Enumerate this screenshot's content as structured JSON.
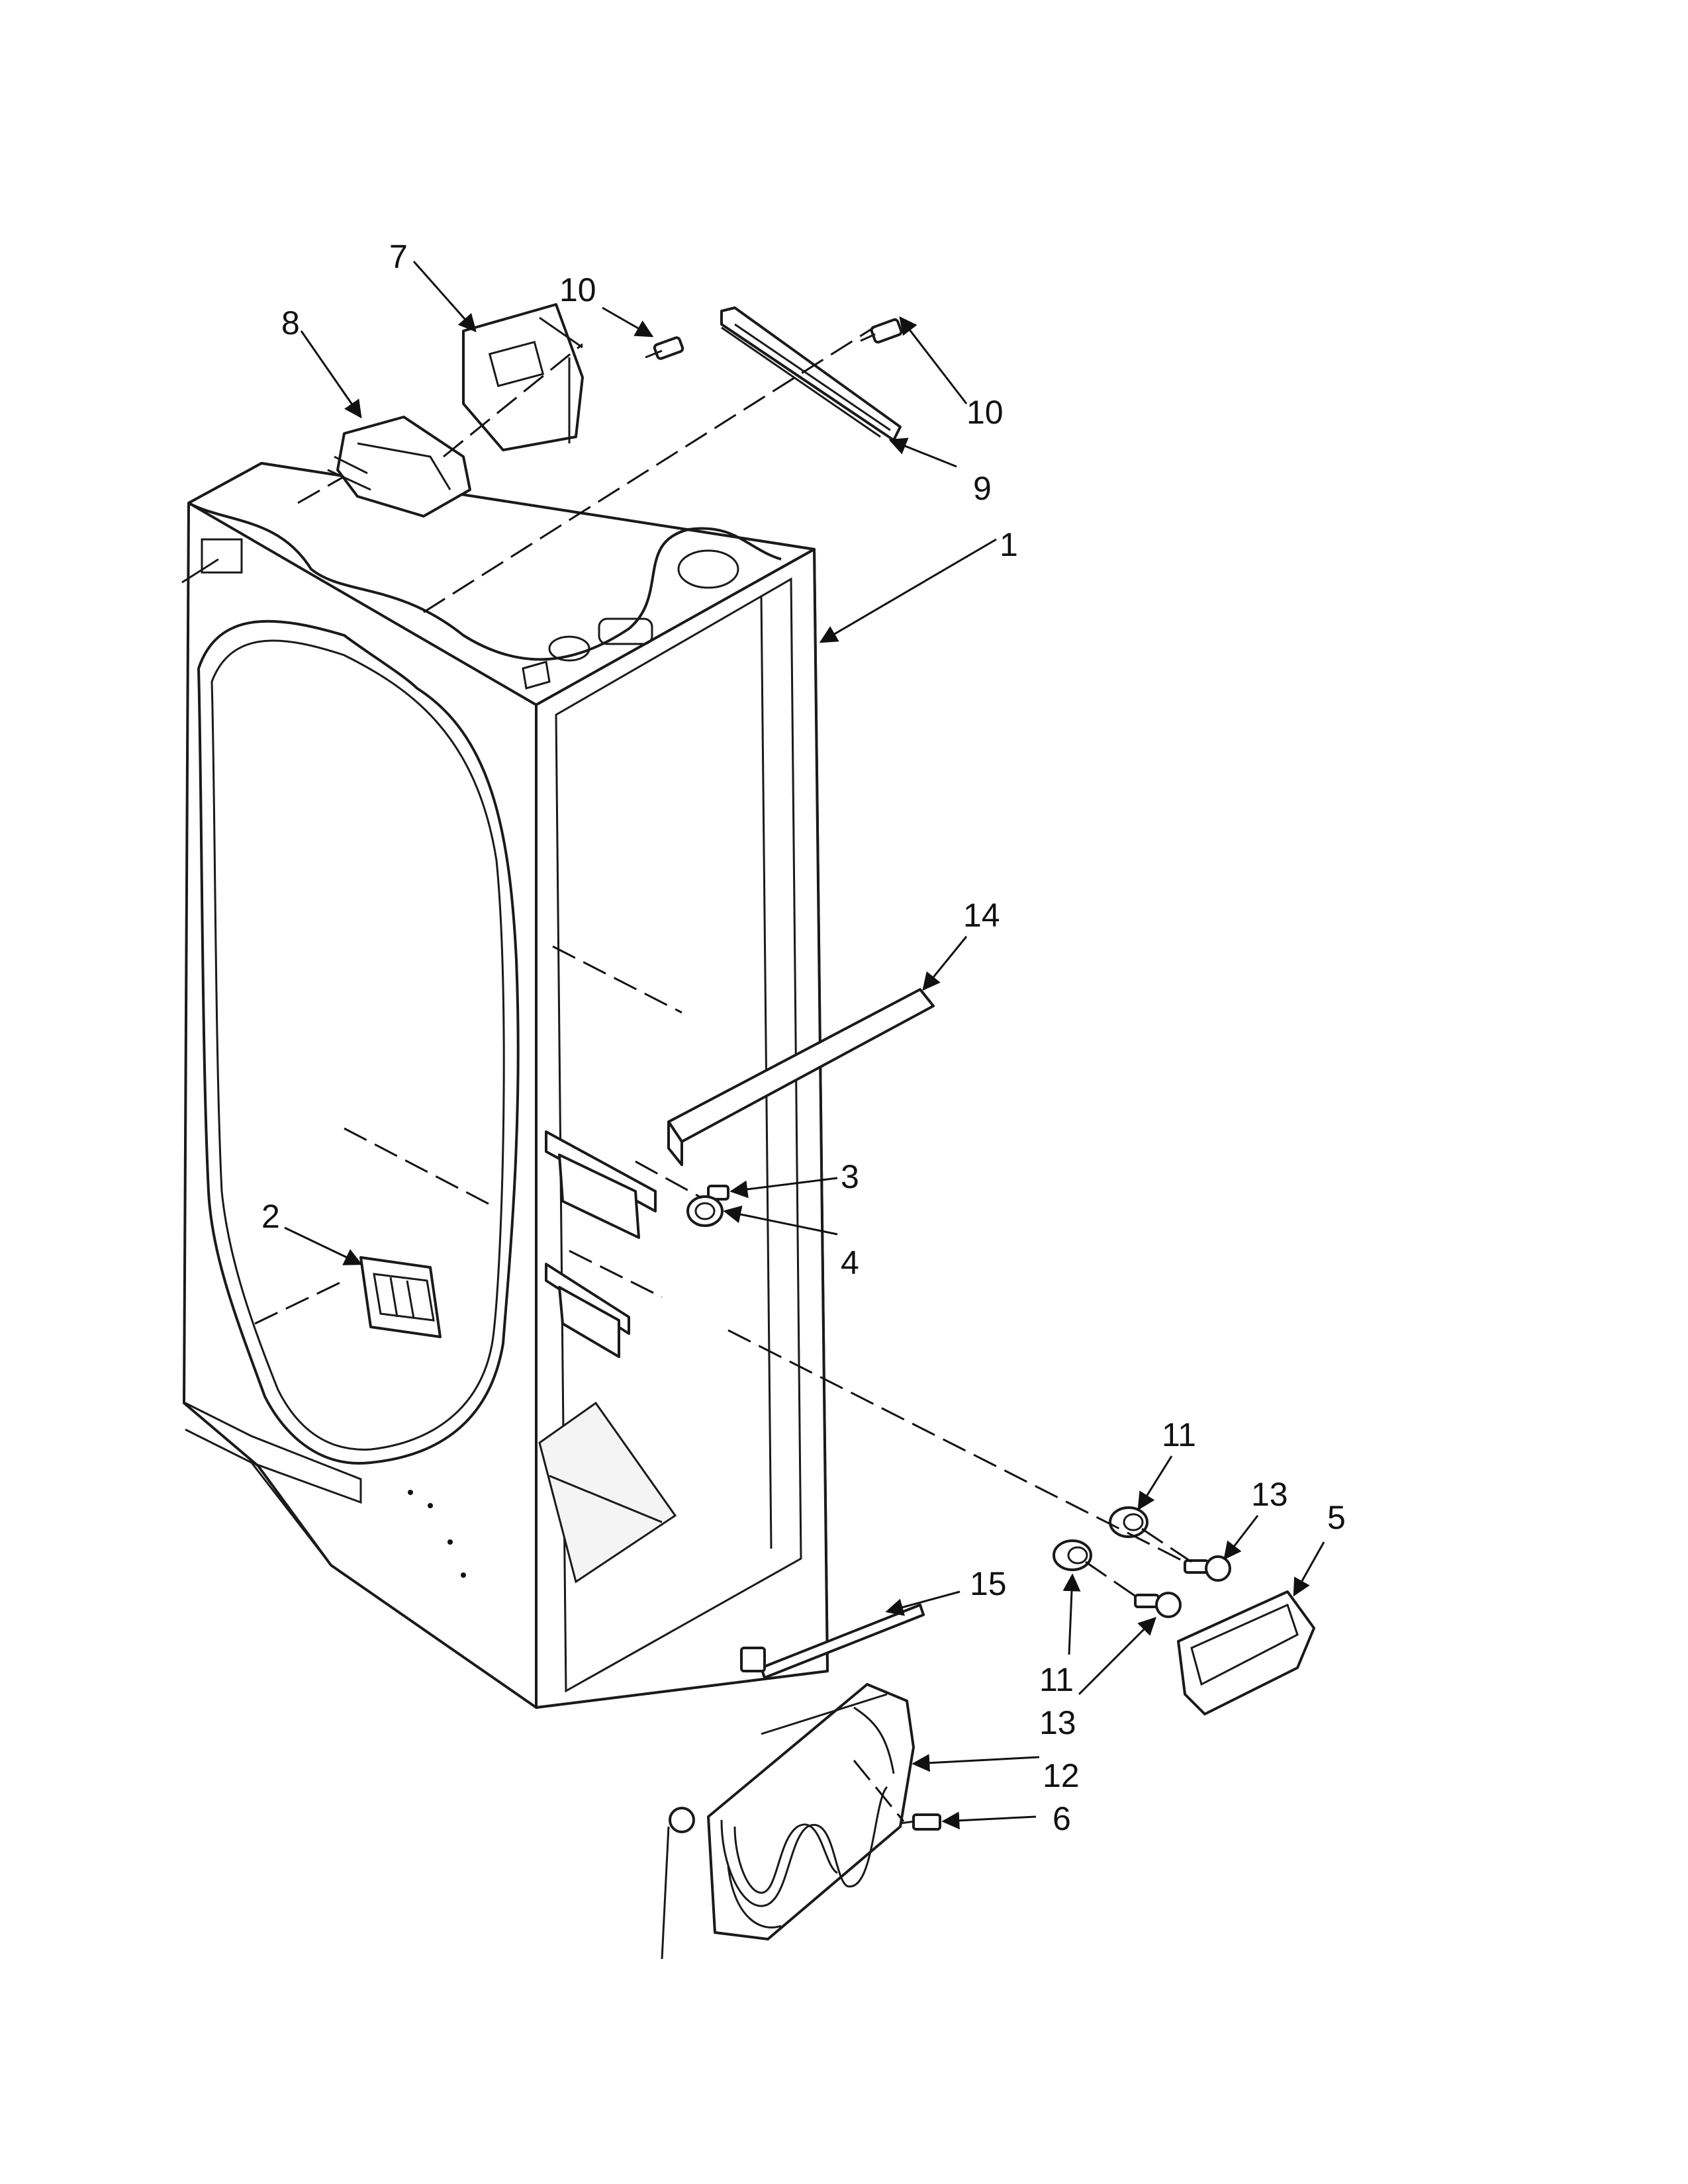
{
  "diagram": {
    "callouts": {
      "c1": "1",
      "c2": "2",
      "c3": "3",
      "c4": "4",
      "c5": "5",
      "c6": "6",
      "c7": "7",
      "c8": "8",
      "c9": "9",
      "c10a": "10",
      "c10b": "10",
      "c11a": "11",
      "c11b": "11",
      "c12": "12",
      "c13a": "13",
      "c13b": "13",
      "c14": "14",
      "c15": "15"
    }
  }
}
